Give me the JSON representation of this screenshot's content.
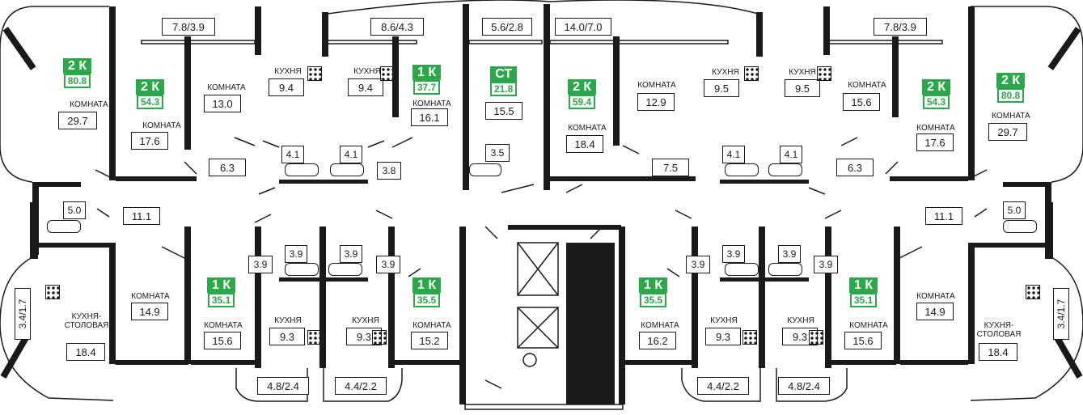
{
  "balconies": {
    "top": [
      "7.8/3.9",
      "8.6/4.3",
      "5.6/2.8",
      "14.0/7.0",
      "7.8/3.9"
    ],
    "bottom": [
      "4.8/2.4",
      "4.4/2.2",
      "4.4/2.2",
      "4.8/2.4"
    ],
    "side_left": "3.4/1.7",
    "side_right": "3.4/1.7"
  },
  "apartments": [
    {
      "type": "2 К",
      "area": "80.8"
    },
    {
      "type": "2 К",
      "area": "54.3"
    },
    {
      "type": "1 К",
      "area": "37.7"
    },
    {
      "type": "СТ",
      "area": "21.8"
    },
    {
      "type": "2 К",
      "area": "59.4"
    },
    {
      "type": "2 К",
      "area": "54.3"
    },
    {
      "type": "2 К",
      "area": "80.8"
    },
    {
      "type": "1 К",
      "area": "35.1"
    },
    {
      "type": "1 К",
      "area": "35.5"
    },
    {
      "type": "1 К",
      "area": "35.5"
    },
    {
      "type": "1 К",
      "area": "35.1"
    }
  ],
  "room_labels": {
    "room": "КОМНАТА",
    "kitchen": "КУХНЯ",
    "kitchen_dining_1": "КУХНЯ-",
    "kitchen_dining_2": "СТОЛОВАЯ"
  },
  "rooms": {
    "r1": "29.7",
    "r2": "17.6",
    "r3": "13.0",
    "r4": "9.4",
    "r5": "9.4",
    "r6": "16.1",
    "r7": "15.5",
    "r8": "18.4",
    "r9": "12.9",
    "r10": "9.5",
    "r11": "9.5",
    "r12": "15.6",
    "r13": "17.6",
    "r14": "29.7",
    "r15": "14.9",
    "r16": "15.6",
    "r17": "9.3",
    "r18": "9.3",
    "r19": "15.2",
    "r20": "16.2",
    "r21": "9.3",
    "r22": "9.3",
    "r23": "15.6",
    "r24": "14.9",
    "r25": "18.4",
    "r26": "18.4"
  },
  "areas": {
    "a1": "6.3",
    "a2": "4.1",
    "a3": "4.1",
    "a4": "3.8",
    "a5": "3.5",
    "a6": "7.5",
    "a7": "4.1",
    "a8": "4.1",
    "a9": "6.3",
    "a10": "5.0",
    "a11": "11.1",
    "a12": "11.1",
    "a13": "5.0",
    "a14": "3.9",
    "a15": "3.9",
    "a16": "3.9",
    "a17": "3.9",
    "a18": "3.9",
    "a19": "3.9",
    "a20": "3.9",
    "a21": "3.9"
  }
}
